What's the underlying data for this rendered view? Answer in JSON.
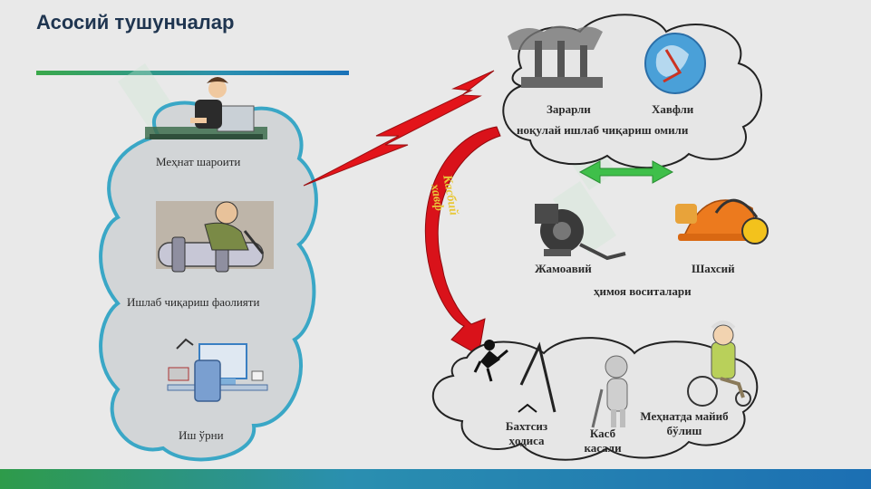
{
  "title": "Асосий тушунчалар",
  "left_cloud": {
    "working_conditions": "Меҳнат шароити",
    "production_activity": "Ишлаб чиқариш фаолияти",
    "workplace": "Иш ўрни"
  },
  "top_cloud": {
    "harmful": "Зарарли",
    "dangerous": "Хавфли",
    "factors": "ноқулай ишлаб чиқариш омили"
  },
  "protection": {
    "collective": "Жамоавий",
    "personal": "Шахсий",
    "means": "ҳимоя воситалари"
  },
  "risk_label_line1": "Касбий",
  "risk_label_line2": "хавф",
  "bottom_cloud": {
    "accident_line1": "Бахтсиз",
    "accident_line2": "ҳодиса",
    "disease_line1": "Касб",
    "disease_line2": "касали",
    "disability_line1": "Меҳнатда майиб",
    "disability_line2": "бўлиш"
  }
}
